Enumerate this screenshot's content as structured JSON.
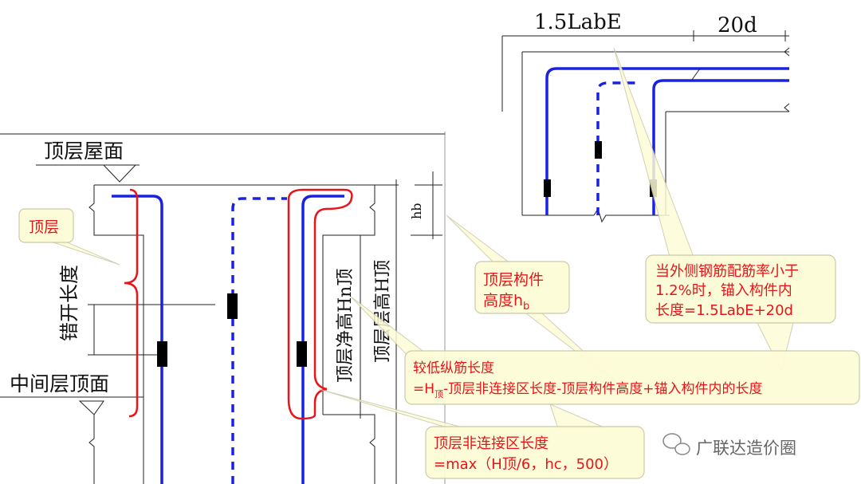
{
  "left_drawing": {
    "roof_label": "顶层屋面",
    "mid_floor_label": "中间层顶面",
    "stagger_label": "错开长度",
    "hb_label": "hb",
    "clear_height_label": "顶层净高Hn顶",
    "floor_height_label": "顶层层高H顶"
  },
  "right_drawing": {
    "anchor_label": "1.5LabE",
    "extension_label": "20d"
  },
  "callouts": {
    "top_floor": "顶层",
    "member_height_line1": "顶层构件",
    "member_height_line2": "高度h",
    "member_height_sub": "b",
    "ratio_line1": "当外侧钢筋配筋率小于",
    "ratio_line2": "1.2%时，锚入构件内",
    "ratio_line3": "长度=1.5LabE+20d",
    "lower_bar_line1": "较低纵筋长度",
    "lower_bar_line2_pre": "=H",
    "lower_bar_line2_sub": "顶",
    "lower_bar_line2_post": "-顶层非连接区长度-顶层构件高度+锚入构件内的长度",
    "nonconn_line1": "顶层非连接区长度",
    "nonconn_line2": "=max（H顶/6，hc，500）"
  },
  "watermark": "广联达造价圈",
  "colors": {
    "rebar": "#1a22e0",
    "annotation": "#e8141b",
    "callout": "#fdfcd6"
  }
}
